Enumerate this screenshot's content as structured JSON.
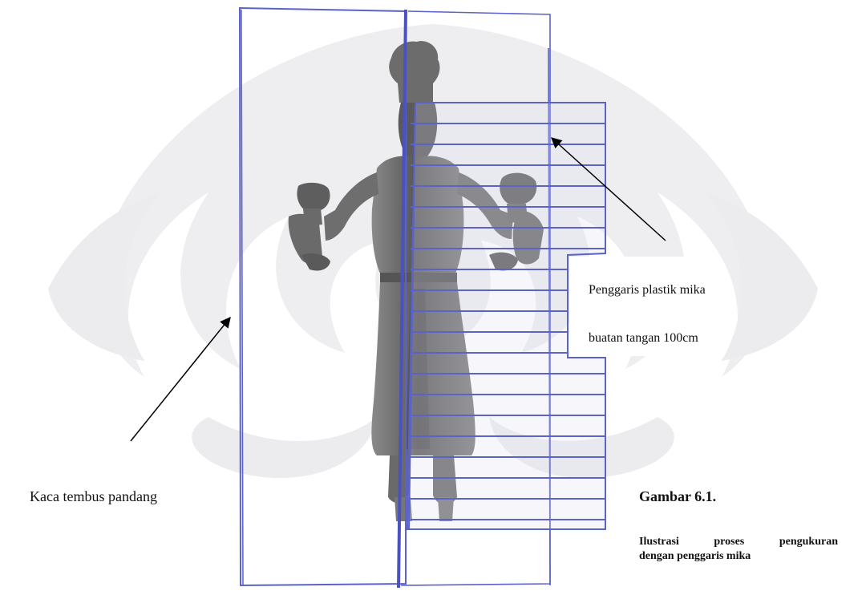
{
  "annotations": {
    "ruler_line1": "Penggaris plastik mika",
    "ruler_line2": "buatan tangan 100cm",
    "glass": "Kaca tembus pandang"
  },
  "caption": {
    "number": "Gambar 6.1.",
    "line1": "Ilustrasi proses pengukuran",
    "line2": "dengan penggaris mika"
  },
  "colors": {
    "frame": "#5b62c8",
    "watermark": "#e9e9ec",
    "statue_dark": "#4a4a4a",
    "statue_mid": "#7a7a7a",
    "arrow": "#000000"
  }
}
